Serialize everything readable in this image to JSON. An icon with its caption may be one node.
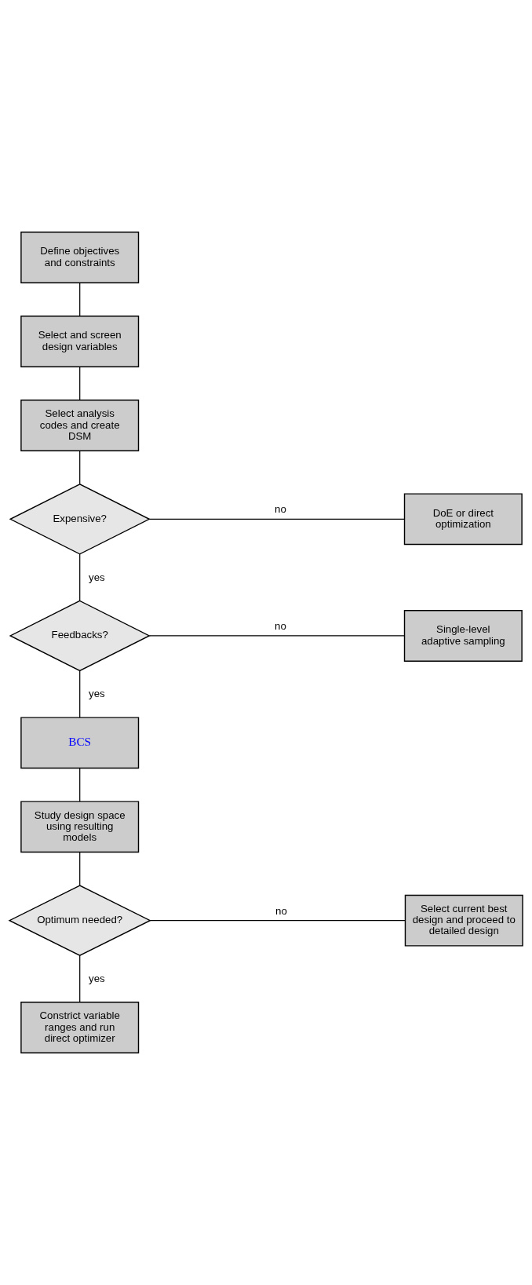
{
  "diagram": {
    "nodes": [
      {
        "text": [
          "Define objectives and constraints"
        ]
      },
      {
        "text": [
          "Select and screen design variables"
        ]
      },
      {
        "text": [
          "Select analysis codes and create DSM"
        ]
      },
      {
        "text": [
          "Expensive?"
        ]
      },
      {
        "text": [
          "DoE or direct optimization"
        ]
      },
      {
        "text": [
          "Feedbacks?"
        ]
      },
      {
        "text": [
          "Single-level adaptive sampling"
        ]
      },
      {
        "text": [
          "BCS"
        ]
      },
      {
        "text": [
          "Study design space using resulting models"
        ]
      },
      {
        "text": [
          "Optimum needed?"
        ]
      },
      {
        "text": [
          "Select current best design and proceed to detailed design"
        ]
      },
      {
        "text": [
          "Constrict variable ranges and run direct optimizer"
        ]
      }
    ],
    "edges": [
      {
        "from": 0,
        "to": 1,
        "arrow": "none"
      },
      {
        "from": 1,
        "to": 2,
        "arrow": "none"
      },
      {
        "from": 2,
        "to": 3,
        "arrow": "none"
      },
      {
        "from": 3,
        "to": 4,
        "arrow": "none",
        "label": "no"
      },
      {
        "from": 3,
        "to": 5,
        "arrow": "none",
        "label": "yes"
      },
      {
        "from": 5,
        "to": 6,
        "arrow": "none",
        "label": "no"
      },
      {
        "from": 5,
        "to": 7,
        "arrow": "none",
        "label": "yes"
      },
      {
        "from": 7,
        "to": 8,
        "arrow": "none"
      },
      {
        "from": 8,
        "to": 9,
        "arrow": "none"
      },
      {
        "from": 9,
        "to": 10,
        "arrow": "none",
        "label": "no"
      },
      {
        "from": 9,
        "to": 11,
        "arrow": "none",
        "label": "yes"
      }
    ]
  }
}
